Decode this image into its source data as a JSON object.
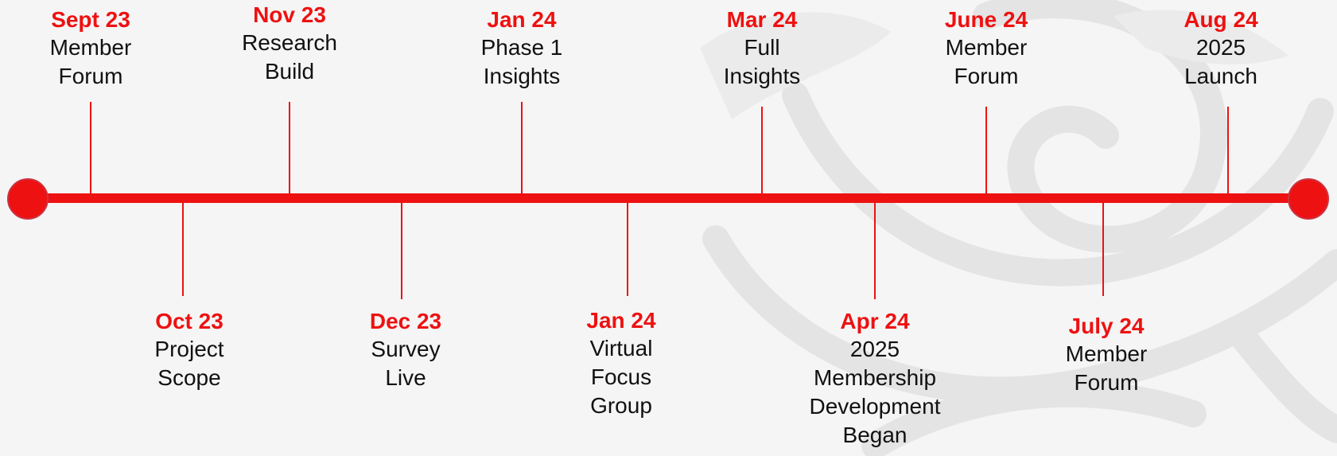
{
  "colors": {
    "accent": "#ee1111",
    "text": "#111111",
    "background": "#f5f5f5"
  },
  "timeline": {
    "milestones": [
      {
        "date": "Sept 23",
        "lines": [
          "Member",
          "Forum"
        ]
      },
      {
        "date": "Oct 23",
        "lines": [
          "Project",
          "Scope"
        ]
      },
      {
        "date": "Nov 23",
        "lines": [
          "Research",
          "Build"
        ]
      },
      {
        "date": "Dec 23",
        "lines": [
          "Survey",
          "Live"
        ]
      },
      {
        "date": "Jan 24",
        "lines": [
          "Phase 1",
          "Insights"
        ]
      },
      {
        "date": "Jan 24",
        "lines": [
          "Virtual",
          "Focus",
          "Group"
        ]
      },
      {
        "date": "Mar 24",
        "lines": [
          "Full",
          "Insights"
        ]
      },
      {
        "date": "Apr 24",
        "lines": [
          "2025",
          "Membership",
          "Development",
          "Began"
        ]
      },
      {
        "date": "June 24",
        "lines": [
          "Member",
          "Forum"
        ]
      },
      {
        "date": "July 24",
        "lines": [
          "Member",
          "Forum"
        ]
      },
      {
        "date": "Aug 24",
        "lines": [
          "2025",
          "Launch"
        ]
      }
    ]
  }
}
